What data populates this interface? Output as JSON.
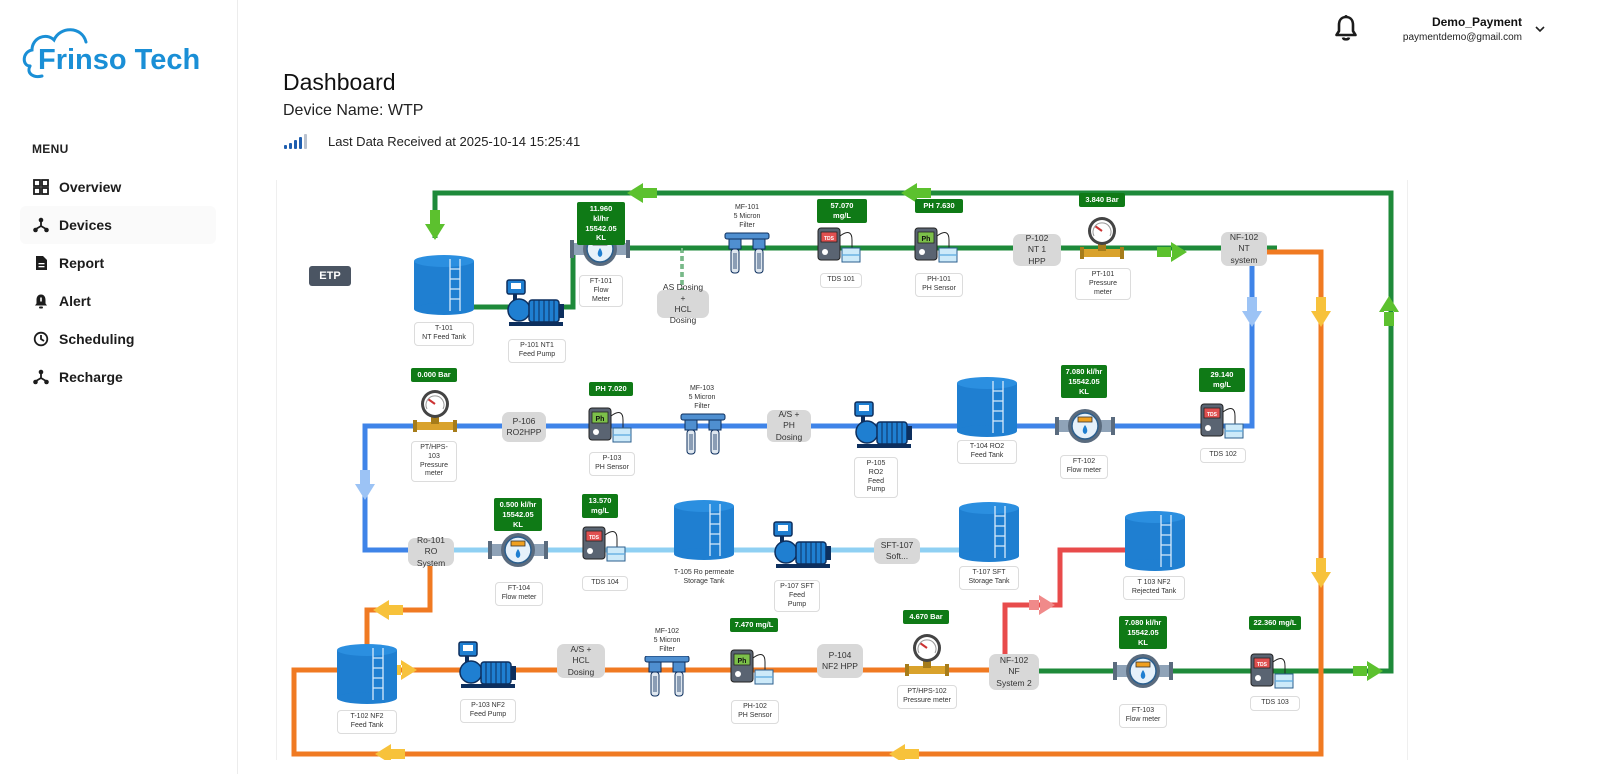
{
  "brand": {
    "name": "Frinso Tech",
    "color": "#1a8fd6"
  },
  "menu": {
    "title": "MENU",
    "items": [
      {
        "label": "Overview",
        "icon": "grid-icon"
      },
      {
        "label": "Devices",
        "icon": "network-icon"
      },
      {
        "label": "Report",
        "icon": "document-icon"
      },
      {
        "label": "Alert",
        "icon": "alarm-icon"
      },
      {
        "label": "Scheduling",
        "icon": "clock-icon"
      },
      {
        "label": "Recharge",
        "icon": "network-icon"
      }
    ]
  },
  "header": {
    "user_name": "Demo_Payment",
    "user_email": "paymentdemo@gmail.com"
  },
  "page": {
    "title": "Dashboard",
    "device_name": "Device Name: WTP",
    "last_data": "Last Data Received at 2025-10-14 15:25:41",
    "signal_level": 4
  },
  "colors": {
    "green": "#1e8a3a",
    "blue": "#3f84e8",
    "lightblue": "#8fd0f3",
    "orange": "#f07a22",
    "red": "#e84b4b",
    "badge": "#0f7a16"
  },
  "diagram": {
    "etp": "ETP",
    "labels": {
      "t101": "T-101\nNT Feed Tank",
      "p101": "P-101 NT1\nFeed Pump",
      "ft101": "FT-101\nFlow Meter",
      "mf101": "MF-101\n5 Micron Filter",
      "tds101": "TDS 101",
      "ph101": "PH-101\nPH Sensor",
      "pt101": "PT-101\nPressure meter",
      "pt103": "PT/HPS-103\nPressure\nmeter",
      "p103": "P-103\nPH Sensor",
      "mf103": "MF-103\n5 Micron Filter",
      "p105": "P-105 RO2\nFeed Pump",
      "t104": "T-104 RO2\nFeed Tank",
      "ft102": "FT-102\nFlow meter",
      "tds102": "TDS 102",
      "ft104": "FT-104\nFlow meter",
      "tds104": "TDS 104",
      "t105": "T-105 Ro permeate\nStorage Tank",
      "p107": "P-107 SFT\nFeed Pump",
      "t107": "T-107 SFT\nStorage Tank",
      "t103": "T 103 NF2\nRejected Tank",
      "t102": "T-102 NF2\nFeed Tank",
      "p103nf2": "P-103 NF2\nFeed Pump",
      "mf102": "MF-102\n5 Micron Filter",
      "ph102": "PH-102\nPH Sensor",
      "pt102": "PT/HPS-102\nPressure meter",
      "ft103": "FT-103\nFlow meter",
      "tds103": "TDS 103"
    },
    "pills": {
      "as_hcl": "AS Dosing +\nHCL Dosing",
      "p102": "P-102\nNT 1 HPP",
      "nf102": "NF-102\nNT system",
      "p106": "P-106\nRO2HPP",
      "asph": "A/S + PH\nDosing",
      "ro101": "Ro-101\nRO System",
      "sft107": "SFT-107\nSoft...",
      "ashcl2": "A/S + HCL\nDosing",
      "p104": "P-104\nNF2 HPP",
      "nf102b": "NF-102\nNF System 2"
    },
    "badges": {
      "ft101": "11.960 kl/hr\n15542.05 KL",
      "tds101": "57.070 mg/L",
      "ph101": "PH 7.630",
      "pt101": "3.840 Bar",
      "pt103": "0.000 Bar",
      "p103": "PH 7.020",
      "ft102": "7.080 kl/hr\n15542.05 KL",
      "tds102": "29.140 mg/L",
      "ft104": "0.500 kl/hr\n15542.05 KL",
      "tds104": "13.570\nmg/L",
      "ph102": "7.470 mg/L",
      "pt102": "4.670 Bar",
      "ft103": "7.080 kl/hr\n15542.05 KL",
      "tds103": "22.360 mg/L"
    }
  }
}
